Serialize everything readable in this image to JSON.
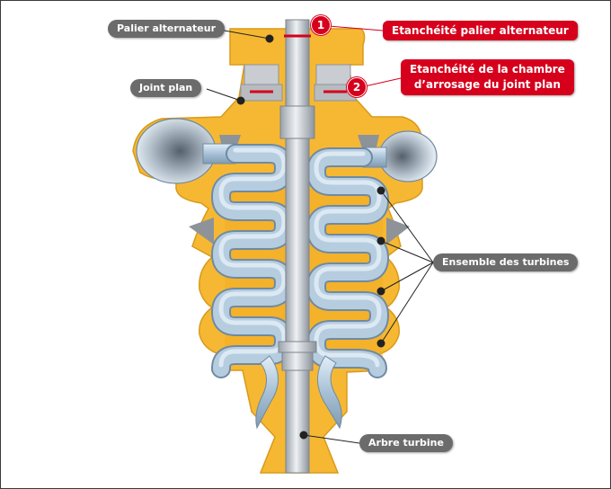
{
  "labels": {
    "palier": "Palier alternateur",
    "joint": "Joint plan",
    "ensemble": "Ensemble des turbines",
    "arbre": "Arbre turbine",
    "etancheite1": "Etanchéité palier alternateur",
    "etancheite2_line1": "Etanchéité de la chambre",
    "etancheite2_line2": "d’arrosage du joint plan"
  },
  "badges": {
    "b1": "1",
    "b2": "2"
  },
  "colors": {
    "casing": "#f6b833",
    "casing_edge": "#d89a1a",
    "pipe": "#aac3d8",
    "pipe_edge": "#6f8aa2",
    "callout_gray": "#6b6b6b",
    "callout_red": "#d6001c",
    "shaft": "#c9cdd2"
  }
}
